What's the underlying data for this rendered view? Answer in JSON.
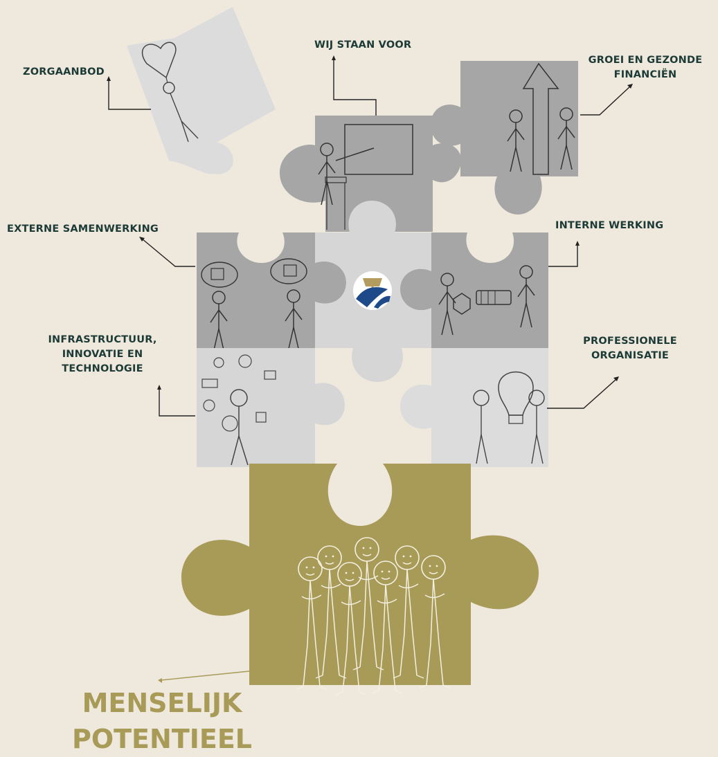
{
  "labels": {
    "zorgaanbod": "ZORGAANBOD",
    "wij_staan_voor": "WIJ STAAN VOOR",
    "groei_line1": "GROEI EN GEZONDE",
    "groei_line2": "FINANCIËN",
    "externe_samenwerking": "EXTERNE SAMENWERKING",
    "interne_werking": "INTERNE WERKING",
    "infra_line1": "INFRASTRUCTUUR,",
    "infra_line2": "INNOVATIE EN",
    "infra_line3": "TECHNOLOGIE",
    "prof_line1": "PROFESSIONELE",
    "prof_line2": "ORGANISATIE",
    "menselijk": "MENSELIJK",
    "potentieel": "POTENTIEEL"
  },
  "colors": {
    "background": "#efe8dd",
    "label_text": "#1c3a36",
    "accent_gold": "#a89a57",
    "piece_dark": "#a6a6a6",
    "piece_mid": "#c4c4c4",
    "piece_light": "#d6d6d6",
    "piece_lightest": "#dcdcdc",
    "logo_navy": "#1f4a8a"
  },
  "icons": [
    "heart-balloon-icon",
    "teacher-board-icon",
    "growth-arrow-icon",
    "puzzle-thought-icon",
    "organization-logo-icon",
    "nut-bolt-icon",
    "juggling-tech-icon",
    "lightbulb-icon",
    "team-group-icon"
  ]
}
